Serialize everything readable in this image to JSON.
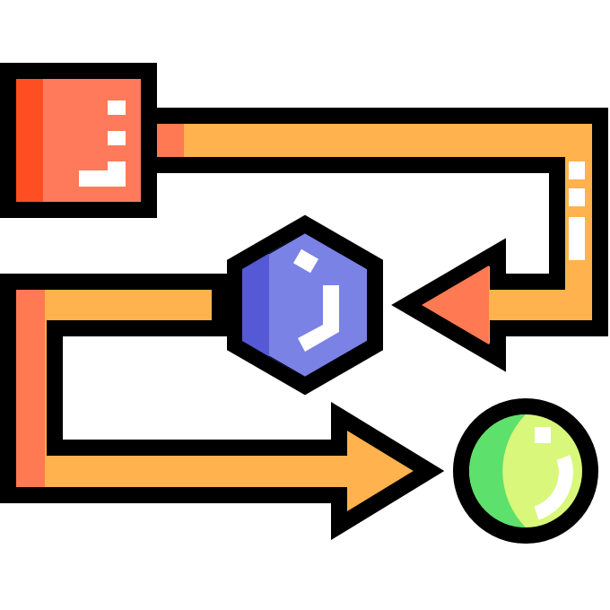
{
  "diagram": {
    "title": "",
    "colors": {
      "outline": "#000000",
      "arrow_fill": "#ffb24d",
      "arrow_shade": "#ff7a52",
      "square_fill": "#ff7a5a",
      "square_shade": "#ff4f22",
      "hexagon_fill": "#7b82e6",
      "hexagon_shade": "#5559d6",
      "circle_fill": "#d9f77a",
      "circle_shade": "#5de06c",
      "highlight": "#ffffff"
    },
    "nodes": [
      {
        "id": "square",
        "shape": "square"
      },
      {
        "id": "hexagon",
        "shape": "hexagon"
      },
      {
        "id": "circle",
        "shape": "circle"
      }
    ],
    "edges": [
      {
        "from": "square",
        "to": "hexagon"
      },
      {
        "from": "hexagon",
        "to": "circle"
      }
    ]
  }
}
